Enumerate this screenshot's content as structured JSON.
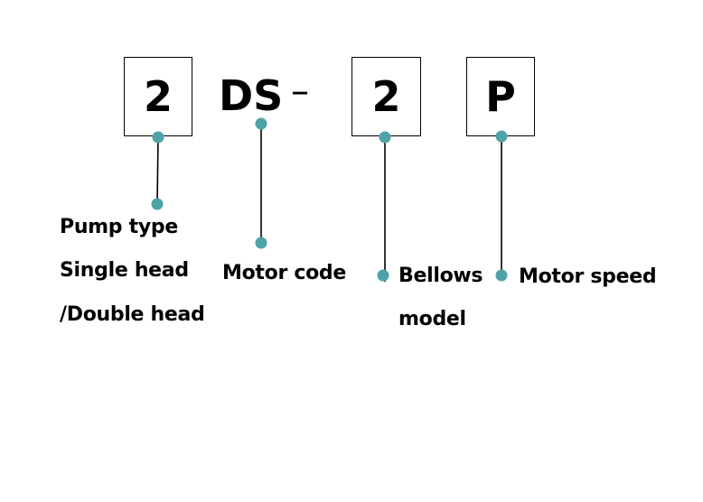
{
  "model_code": {
    "segment_1": "2",
    "segment_2": "DS",
    "separator": "–",
    "segment_3": "2",
    "segment_4": "P"
  },
  "labels": {
    "pump_type": {
      "line_1": "Pump type",
      "line_2": "Single head",
      "line_3": "/Double head"
    },
    "motor_code": "Motor code",
    "bellows_model": {
      "line_1": "Bellows",
      "line_2": "model"
    },
    "motor_speed": "Motor speed"
  },
  "colors": {
    "dot": "#4ea3a8",
    "line": "#000000",
    "box_border": "#000000"
  }
}
